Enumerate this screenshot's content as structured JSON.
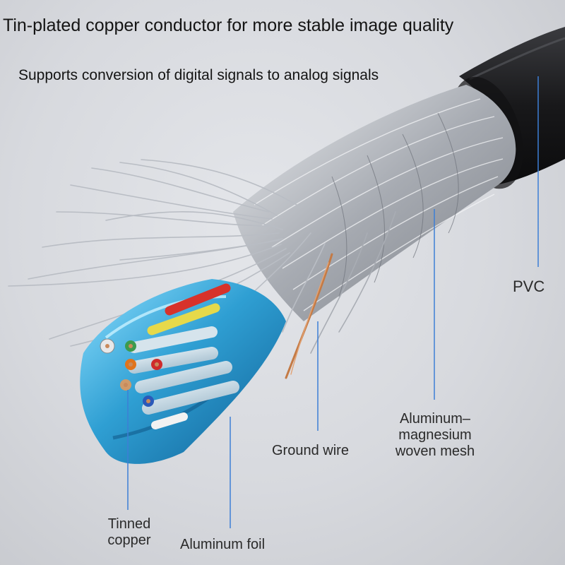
{
  "headlines": {
    "primary": "Tin-plated copper conductor for more stable image quality",
    "secondary": "Supports conversion of digital signals to analog signals"
  },
  "callouts": {
    "pvc": "PVC",
    "mesh": "Aluminum–\nmagnesium\nwoven mesh",
    "ground_wire": "Ground wire",
    "tinned_copper": "Tinned\ncopper",
    "aluminum_foil": "Aluminum foil"
  },
  "colors": {
    "background": "#d7d9de",
    "jacket": "#1b1b1d",
    "leader_line": "#3d7fd6",
    "foil": "#3aa8d8",
    "copper": "#c47a45",
    "braid": "#b9bcc2"
  }
}
